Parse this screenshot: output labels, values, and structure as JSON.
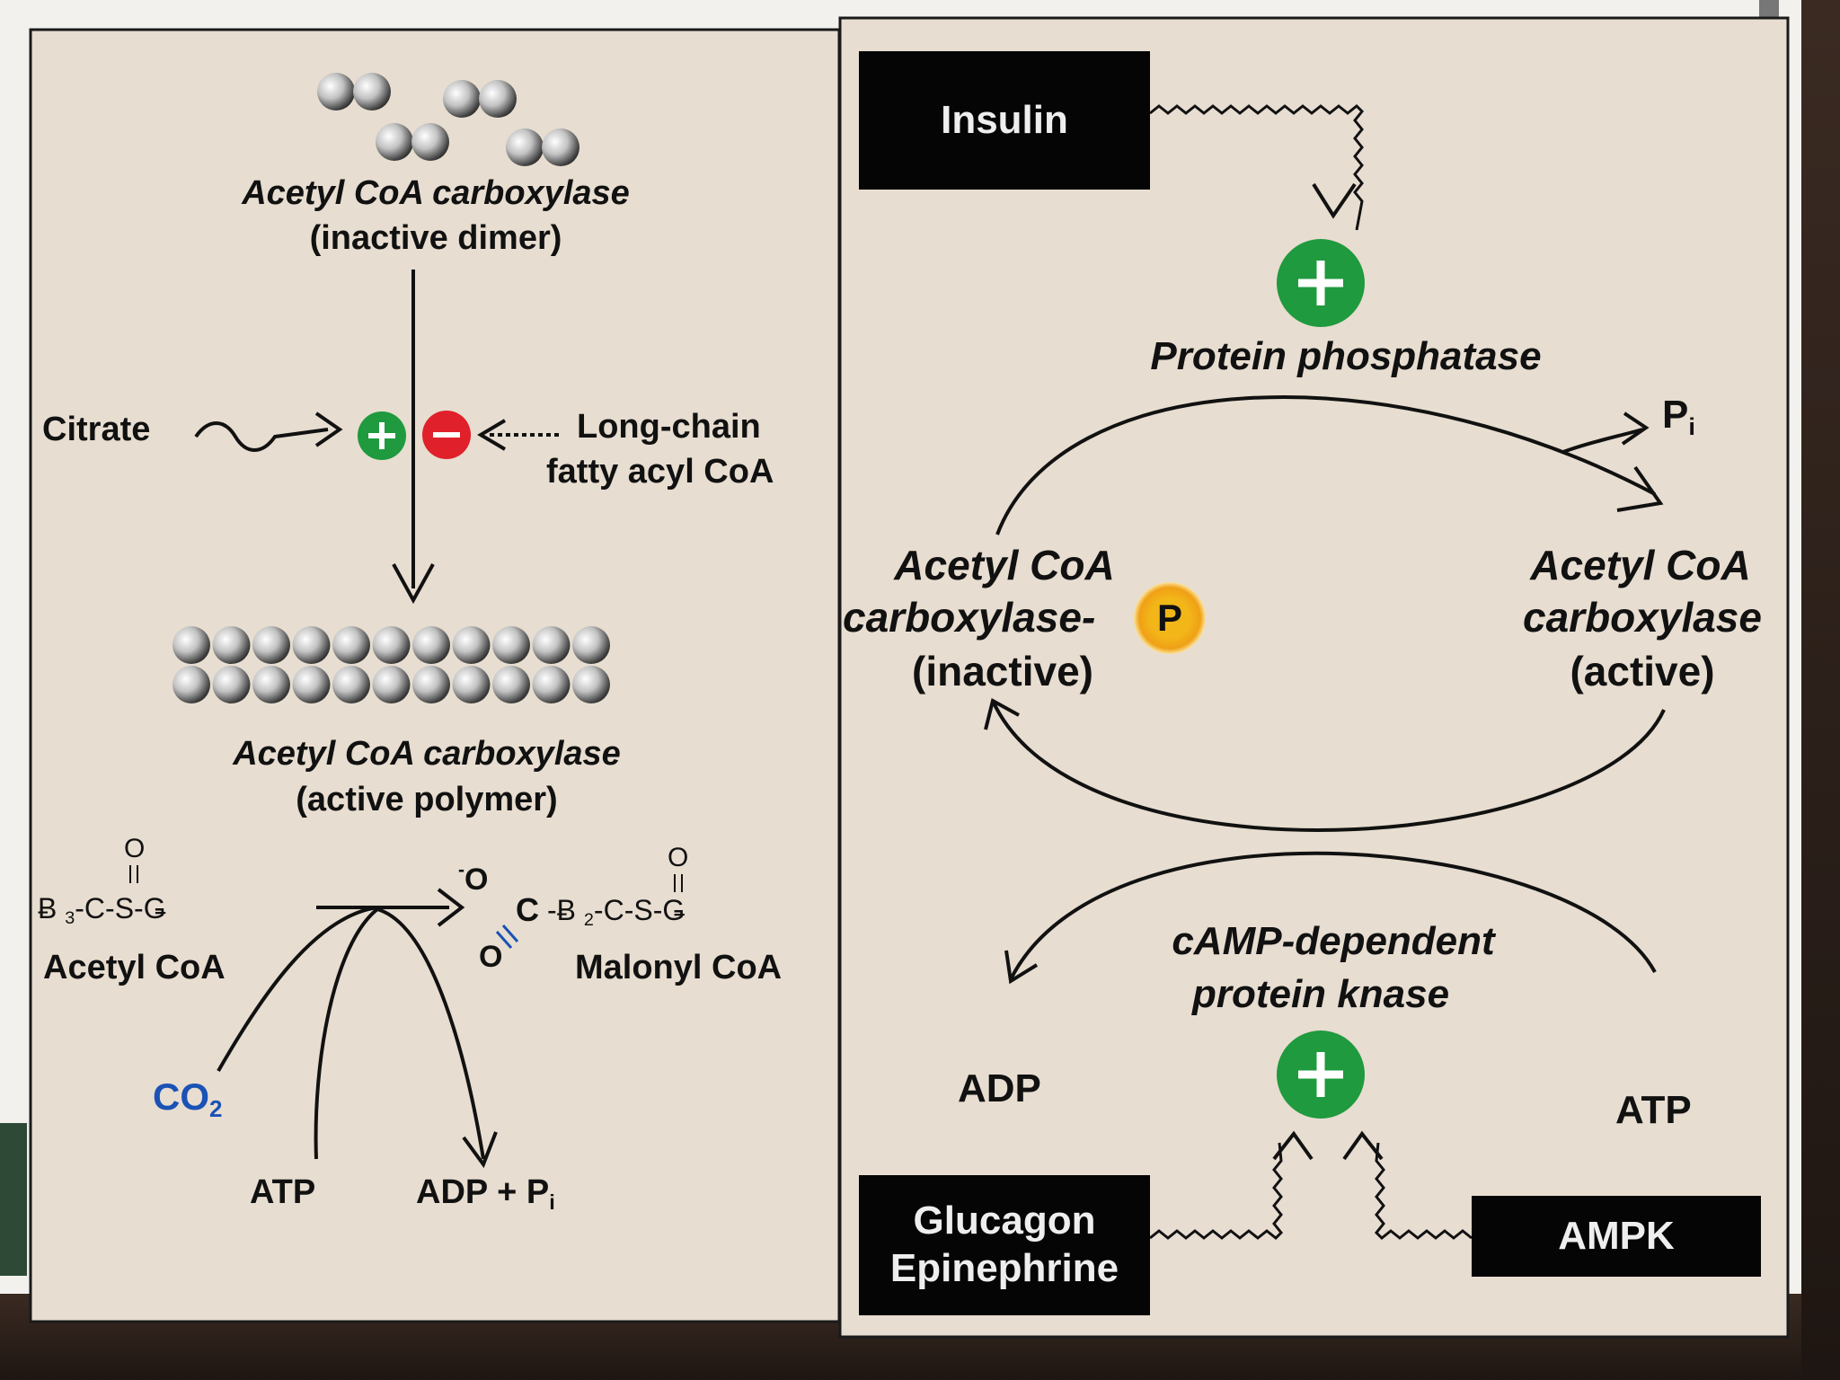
{
  "left_panel": {
    "inactive_dimer": {
      "name": "Acetyl CoA carboxylase",
      "state": "(inactive dimer)"
    },
    "citrate": "Citrate",
    "long_chain": [
      "Long-chain",
      "fatty acyl CoA"
    ],
    "active_polymer": {
      "name": "Acetyl CoA carboxylase",
      "state": "(active polymer)"
    },
    "acetyl_coa_label": "Acetyl CoA",
    "malonyl_coa_label": "Malonyl CoA",
    "co2": {
      "base": "CO",
      "sub": "2"
    },
    "atp": "ATP",
    "adp_pi": {
      "main": "ADP + P",
      "sub": "i"
    }
  },
  "right_panel": {
    "insulin": "Insulin",
    "protein_phosphatase": "Protein phosphatase",
    "pi": {
      "base": "P",
      "sub": "i"
    },
    "inactive_enzyme": [
      "Acetyl CoA",
      "carboxylase-",
      "(inactive)"
    ],
    "phospho_badge": "P",
    "active_enzyme": [
      "Acetyl CoA",
      "carboxylase",
      "(active)"
    ],
    "kinase": [
      "cAMP-dependent",
      "protein knase"
    ],
    "adp": "ADP",
    "atp": "ATP",
    "glucagon_box": [
      "Glucagon",
      "Epinephrine"
    ],
    "ampk": "AMPK"
  },
  "colors": {
    "panel": "#e7ddd0",
    "plus_green": "#1f9a3e",
    "minus_red": "#e0202a",
    "phospho_yellow": "#f2b619",
    "co2_blue": "#1a52b5"
  }
}
